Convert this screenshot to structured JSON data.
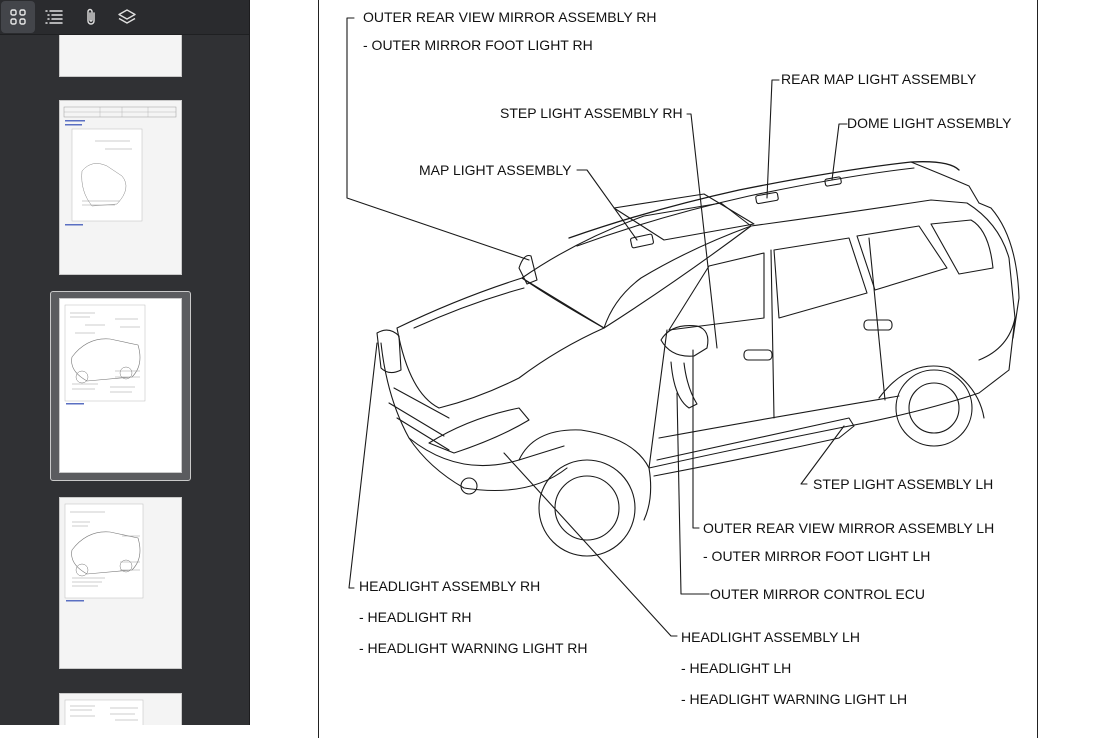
{
  "toolbar": {
    "buttons": [
      {
        "name": "thumbnails-view",
        "icon": "grid-icon",
        "active": true
      },
      {
        "name": "outline-view",
        "icon": "list-icon",
        "active": false
      },
      {
        "name": "attachments-view",
        "icon": "paperclip-icon",
        "active": false
      },
      {
        "name": "layers-view",
        "icon": "layers-icon",
        "active": false
      }
    ]
  },
  "thumbnails": {
    "selected_index": 2,
    "pages": [
      {
        "label": "page-1"
      },
      {
        "label": "page-2"
      },
      {
        "label": "page-3"
      },
      {
        "label": "page-4"
      },
      {
        "label": "page-5"
      }
    ]
  },
  "document": {
    "callouts": {
      "outer_mirror_rh": "OUTER REAR VIEW MIRROR ASSEMBLY RH",
      "outer_mirror_foot_rh": "- OUTER MIRROR FOOT LIGHT RH",
      "rear_map_light": "REAR MAP LIGHT ASSEMBLY",
      "step_light_rh": "STEP LIGHT ASSEMBLY RH",
      "dome_light": "DOME LIGHT ASSEMBLY",
      "map_light": "MAP LIGHT ASSEMBLY",
      "step_light_lh": "STEP LIGHT ASSEMBLY LH",
      "outer_mirror_lh": "OUTER REAR VIEW MIRROR ASSEMBLY LH",
      "outer_mirror_foot_lh": "- OUTER MIRROR FOOT LIGHT LH",
      "headlight_rh": "HEADLIGHT ASSEMBLY RH",
      "outer_mirror_ecu": "OUTER MIRROR CONTROL ECU",
      "headlight_rh_sub": "- HEADLIGHT RH",
      "headlight_lh": "HEADLIGHT ASSEMBLY LH",
      "headlight_warning_rh": "- HEADLIGHT WARNING LIGHT RH",
      "headlight_lh_sub": "- HEADLIGHT LH",
      "headlight_warning_lh": "- HEADLIGHT WARNING LIGHT LH"
    }
  }
}
